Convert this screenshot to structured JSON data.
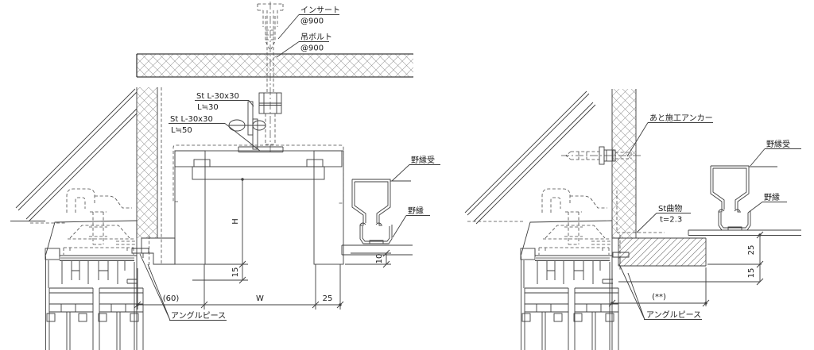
{
  "left": {
    "labels": {
      "insert": "インサート",
      "insert_pitch": "@900",
      "hanging_bolt": "吊ボルト",
      "hanging_bolt_pitch": "@900",
      "angle_l30": "St L-30x30",
      "angle_l30_length": "L≒30",
      "angle_l50": "St L-30x30",
      "angle_l50_length": "L≒50",
      "ceiling_joist_receiver": "野縁受",
      "ceiling_joist": "野縁",
      "angle_piece": "アングルピース"
    },
    "dimensions": {
      "jamb_offset": "(60)",
      "opening_width": "W",
      "jamb_width": "25",
      "opening_height": "H",
      "frame_lip": "15",
      "board_gap": "10"
    }
  },
  "right": {
    "labels": {
      "post_installed_anchor": "あと施工アンカー",
      "steel_bent_plate": "St曲物",
      "steel_bent_plate_thickness": "t=2.3",
      "ceiling_joist_receiver": "野縁受",
      "ceiling_joist": "野縁",
      "angle_piece": "アングルピース"
    },
    "dimensions": {
      "width_ref": "(**)",
      "furring_depth": "25",
      "clearance": "15"
    }
  },
  "colors": {
    "line": "#3f3f3f",
    "hatch": "#8a8a8a",
    "background": "#ffffff"
  }
}
